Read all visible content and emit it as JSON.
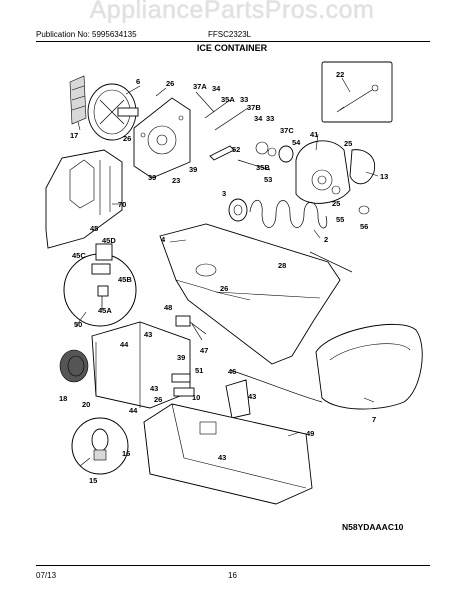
{
  "watermark": "AppliancePartsPros.com",
  "header": {
    "publication": "Publication No: 5995634135",
    "model": "FFSC2323L",
    "title": "ICE CONTAINER"
  },
  "footer": {
    "date": "07/13",
    "page": "16",
    "diagram_code": "N58YDAAAC10"
  },
  "callouts": [
    "22",
    "6",
    "26",
    "37A",
    "34",
    "33",
    "35A",
    "37B",
    "34",
    "33",
    "37C",
    "41",
    "17",
    "26",
    "52",
    "35B",
    "54",
    "25",
    "39",
    "23",
    "39",
    "53",
    "13",
    "3",
    "25",
    "70",
    "55",
    "56",
    "4",
    "2",
    "45",
    "45D",
    "28",
    "45C",
    "45B",
    "26",
    "50",
    "45A",
    "48",
    "43",
    "47",
    "44",
    "39",
    "46",
    "51",
    "18",
    "20",
    "43",
    "26",
    "44",
    "10",
    "43",
    "7",
    "49",
    "16",
    "43",
    "15"
  ]
}
